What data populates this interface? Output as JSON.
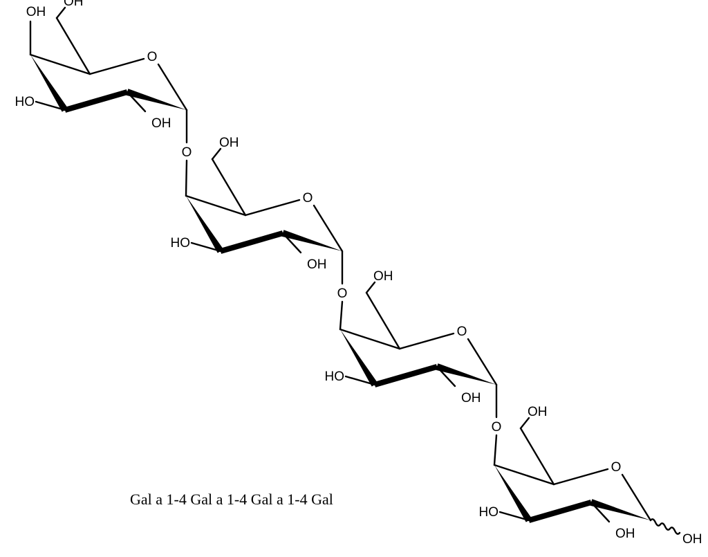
{
  "labels": {
    "ring_oxygen": "O",
    "hydroxyl": "OH",
    "hydroxyl_left": "HO",
    "glycosidic_oxygen": "O"
  },
  "caption": "Gal a 1-4 Gal a 1-4 Gal  a 1-4 Gal",
  "colors": {
    "ink": "#000000",
    "background": "#ffffff"
  }
}
